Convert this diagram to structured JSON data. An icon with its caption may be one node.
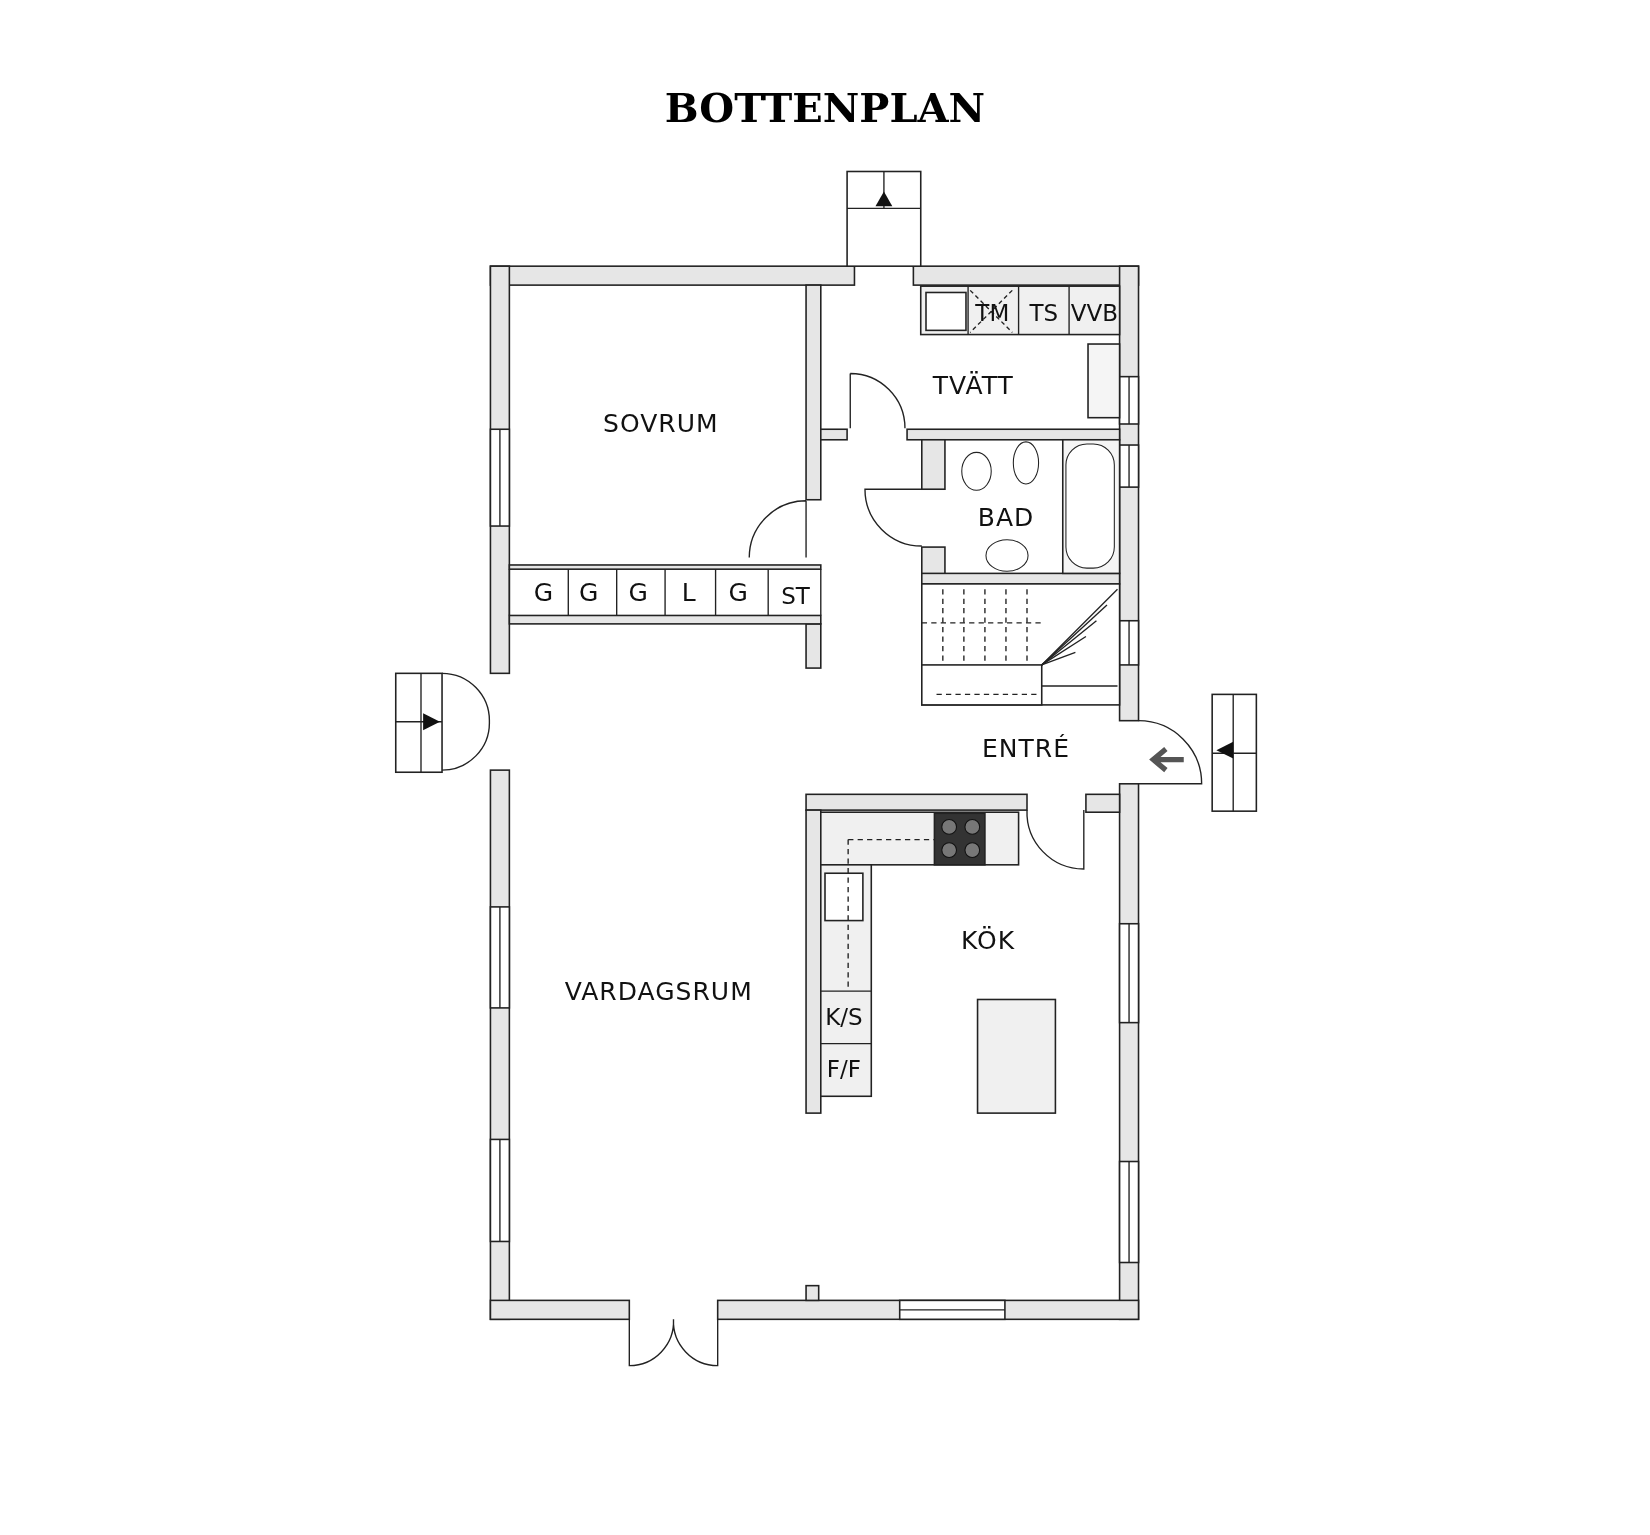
{
  "diagram": {
    "title": "BOTTENPLAN",
    "labels": [
      "TM",
      "TS",
      "VVB",
      "TVÄTT",
      "SOVRUM",
      "BAD",
      "G",
      "G",
      "G",
      "L",
      "G",
      "ST",
      "ENTRÉ",
      "KÖK",
      "VARDAGSRUM",
      "K/S",
      "F/F"
    ]
  }
}
